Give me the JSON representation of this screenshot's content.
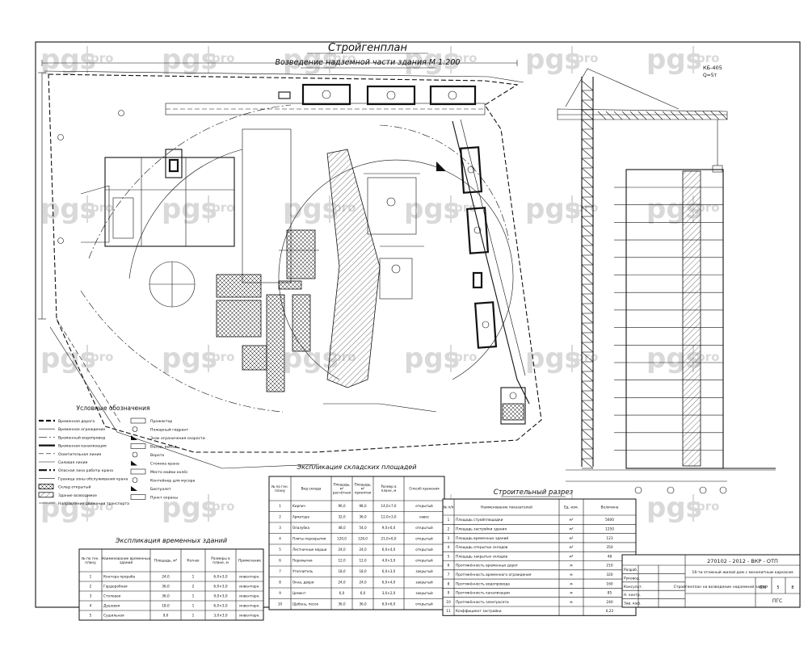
{
  "drawing": {
    "title": "Стройгенплан",
    "subtitle": "Возведение надземной части здания М 1:200",
    "section_title": "Строительный разрез",
    "crane_label": "КБ-405",
    "crane_param": "Q=5т"
  },
  "watermark": {
    "brand": "pgs",
    "suffix": "pro"
  },
  "legend": {
    "title": "Условные обозначения",
    "items": [
      "Временная дорога",
      "Временное ограждение",
      "Временный водопровод",
      "Временная канализация",
      "Осветительная линия",
      "Силовая линия",
      "Опасная зона работы крана",
      "Граница зоны обслуживания крана",
      "Склад открытый",
      "Здание возводимое",
      "Направление движения транспорта",
      "Прожектор",
      "Пожарный гидрант",
      "Знак ограничения скорости",
      "Въезд, выезд",
      "Ворота",
      "Стоянка крана",
      "Место мойки колёс",
      "Контейнер для мусора",
      "Биотуалет",
      "Пункт охраны"
    ]
  },
  "buildings_table": {
    "title": "Экспликация временных зданий",
    "headers": [
      "№ по ген. плану",
      "Наименование временных зданий",
      "Площадь, м²",
      "Кол-во",
      "Размеры в плане, м",
      "Примечание"
    ],
    "rows": [
      [
        "1",
        "Контора прораба",
        "24,0",
        "1",
        "6,0×3,0",
        "инвентарн."
      ],
      [
        "2",
        "Гардеробная",
        "36,0",
        "2",
        "6,0×3,0",
        "инвентарн."
      ],
      [
        "3",
        "Столовая",
        "36,0",
        "1",
        "9,0×3,0",
        "инвентарн."
      ],
      [
        "4",
        "Душевая",
        "18,0",
        "1",
        "6,0×3,0",
        "инвентарн."
      ],
      [
        "5",
        "Сушильная",
        "9,0",
        "1",
        "3,0×3,0",
        "инвентарн."
      ]
    ]
  },
  "storage_table": {
    "title": "Экспликация складских площадей",
    "headers": [
      "№ по ген. плану",
      "Вид склада",
      "Площадь, м² расчётная",
      "Площадь, м² принятая",
      "Размер в плане, м",
      "Способ хранения"
    ],
    "rows": [
      [
        "1",
        "Кирпич",
        "96,0",
        "98,0",
        "14,0×7,0",
        "открытый"
      ],
      [
        "2",
        "Арматура",
        "32,0",
        "36,0",
        "12,0×3,0",
        "навес"
      ],
      [
        "3",
        "Опалубка",
        "48,0",
        "54,0",
        "9,0×6,0",
        "открытый"
      ],
      [
        "4",
        "Плиты перекрытия",
        "120,0",
        "126,0",
        "21,0×6,0",
        "открытый"
      ],
      [
        "5",
        "Лестничные марши",
        "24,0",
        "24,0",
        "6,0×4,0",
        "открытый"
      ],
      [
        "6",
        "Перемычки",
        "12,0",
        "12,0",
        "4,0×3,0",
        "открытый"
      ],
      [
        "7",
        "Утеплитель",
        "18,0",
        "18,0",
        "6,0×3,0",
        "закрытый"
      ],
      [
        "8",
        "Окна, двери",
        "24,0",
        "24,0",
        "6,0×4,0",
        "закрытый"
      ],
      [
        "9",
        "Цемент",
        "6,0",
        "6,0",
        "3,0×2,0",
        "закрытый"
      ],
      [
        "10",
        "Щебень, песок",
        "36,0",
        "36,0",
        "6,0×6,0",
        "открытый"
      ]
    ]
  },
  "tep_table": {
    "headers": [
      "№ п/п",
      "Наименование показателей",
      "Ед. изм.",
      "Величина"
    ],
    "rows": [
      [
        "1",
        "Площадь стройплощадки",
        "м²",
        "5600"
      ],
      [
        "2",
        "Площадь застройки здания",
        "м²",
        "1250"
      ],
      [
        "3",
        "Площадь временных зданий",
        "м²",
        "123"
      ],
      [
        "4",
        "Площадь открытых складов",
        "м²",
        "350"
      ],
      [
        "5",
        "Площадь закрытых складов",
        "м²",
        "48"
      ],
      [
        "6",
        "Протяжённость временных дорог",
        "м",
        "210"
      ],
      [
        "7",
        "Протяжённость временного ограждения",
        "м",
        "320"
      ],
      [
        "8",
        "Протяжённость водопровода",
        "м",
        "160"
      ],
      [
        "9",
        "Протяжённость канализации",
        "м",
        "85"
      ],
      [
        "10",
        "Протяжённость электросети",
        "м",
        "240"
      ],
      [
        "11",
        "Коэффициент застройки",
        "",
        "0,22"
      ]
    ]
  },
  "stamp": {
    "code": "270102 - 2012 - ВКР - ОТП",
    "project": "16-ти этажный жилой дом с монолитным каркасом",
    "sheet_name": "Стройгенплан на возведение надземной части",
    "stage": "ВКР",
    "sheet": "5",
    "sheets": "8",
    "org": "ПГС",
    "roles": [
      "Разраб.",
      "Руковод.",
      "Консульт.",
      "Н. контр.",
      "Зав. каф."
    ]
  }
}
